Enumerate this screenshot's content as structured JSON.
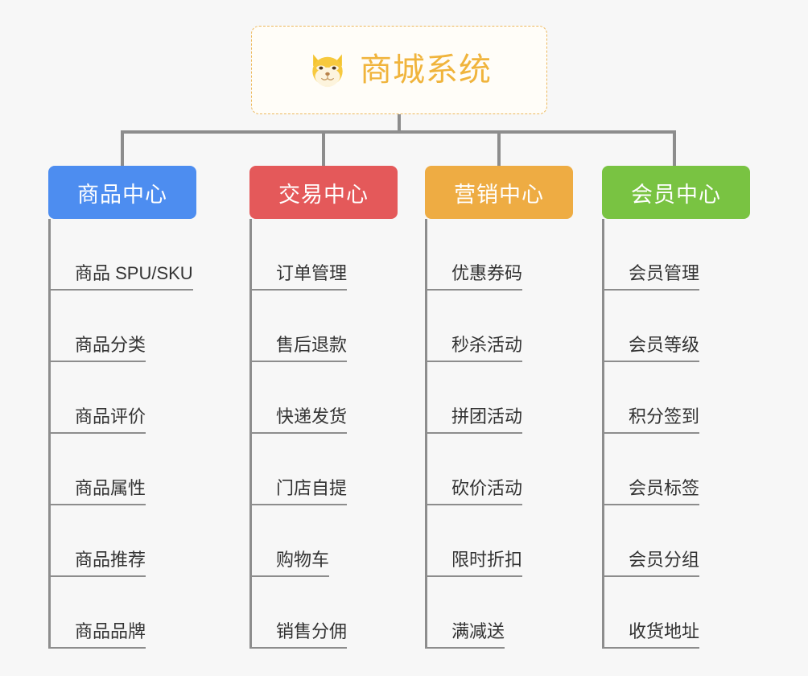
{
  "diagram": {
    "type": "org-chart",
    "background_color": "#f7f7f7",
    "connector_color": "#8d8d8d",
    "root": {
      "title": "商城系统",
      "icon": "shiba-dog-emoji",
      "text_color": "#f0b43c",
      "border_color": "#edb95e",
      "background_color": "#fffdf8"
    },
    "columns": [
      {
        "header": "商品中心",
        "color": "#4d8df0",
        "items": [
          "商品 SPU/SKU",
          "商品分类",
          "商品评价",
          "商品属性",
          "商品推荐",
          "商品品牌"
        ]
      },
      {
        "header": "交易中心",
        "color": "#e4595a",
        "items": [
          "订单管理",
          "售后退款",
          "快递发货",
          "门店自提",
          "购物车",
          "销售分佣"
        ]
      },
      {
        "header": "营销中心",
        "color": "#eeac43",
        "items": [
          "优惠券码",
          "秒杀活动",
          "拼团活动",
          "砍价活动",
          "限时折扣",
          "满减送"
        ]
      },
      {
        "header": "会员中心",
        "color": "#79c342",
        "items": [
          "会员管理",
          "会员等级",
          "积分签到",
          "会员标签",
          "会员分组",
          "收货地址"
        ]
      }
    ]
  }
}
